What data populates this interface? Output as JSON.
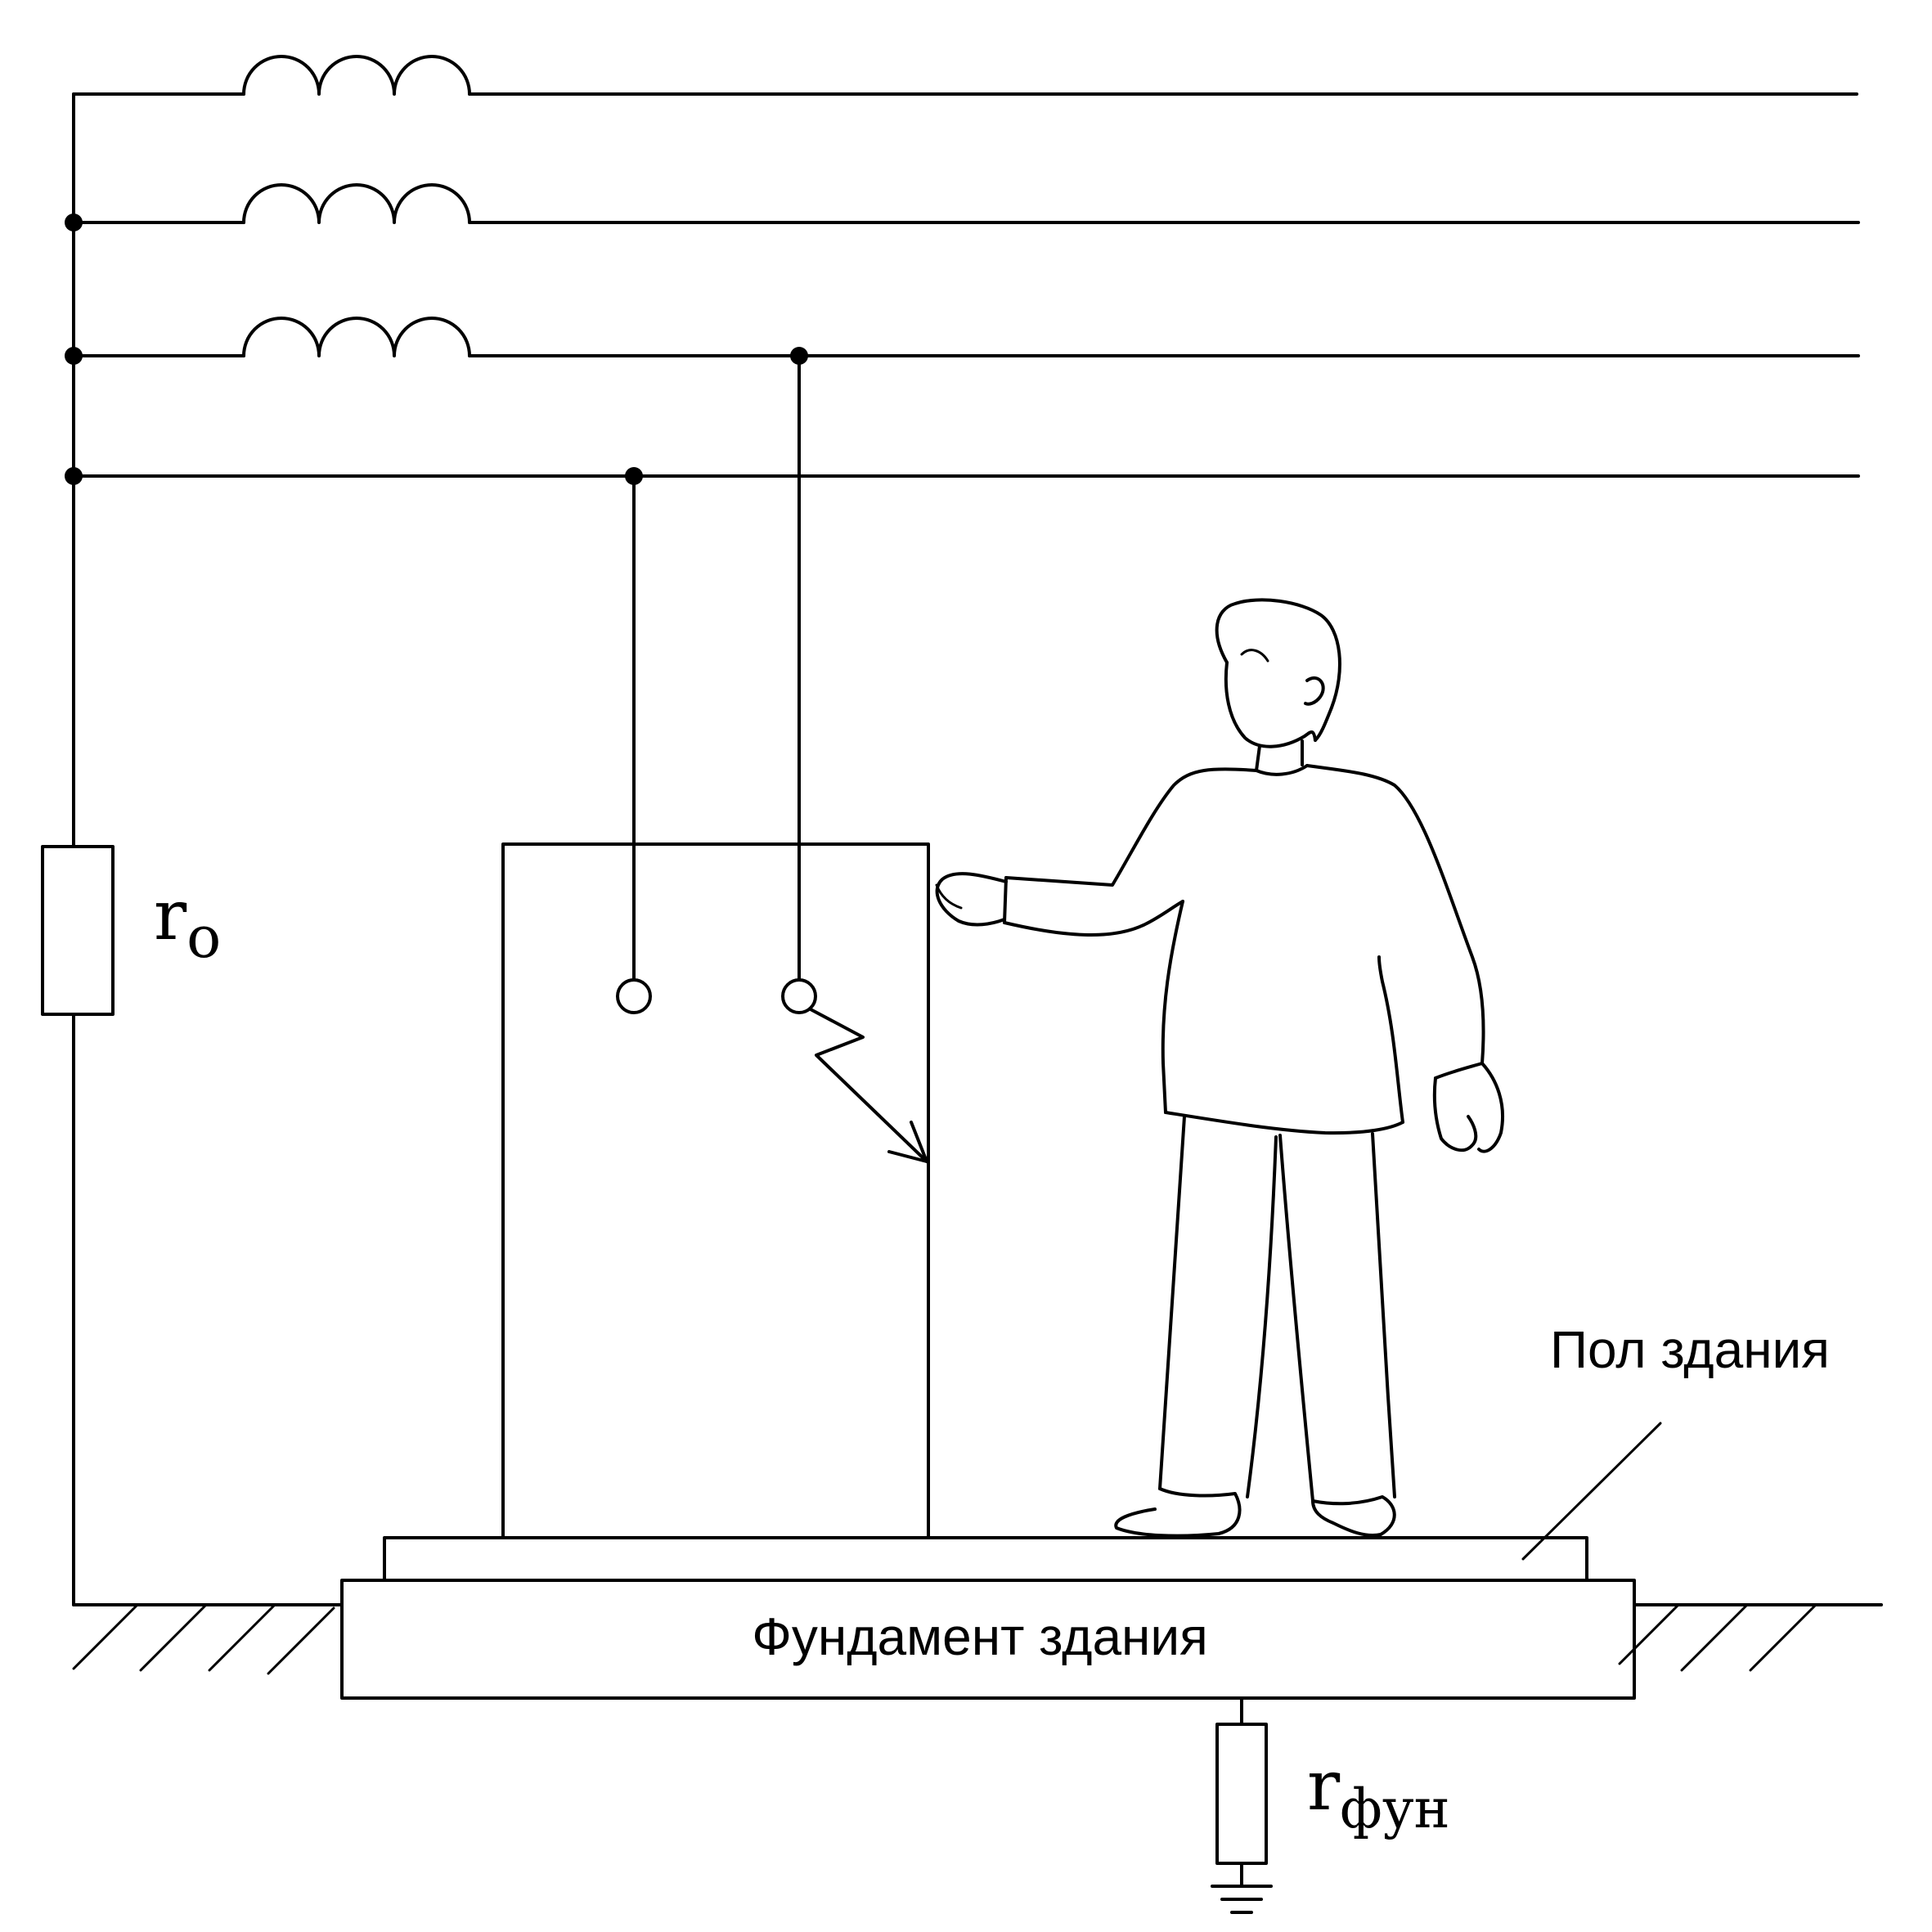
{
  "labels": {
    "r0_main": "r",
    "r0_sub": "o",
    "rfun_main": "r",
    "rfun_sub": "фун",
    "floor": "Пол здания",
    "foundation": "Фундамент здания"
  },
  "colors": {
    "stroke": "#000000",
    "background": "#ffffff"
  }
}
